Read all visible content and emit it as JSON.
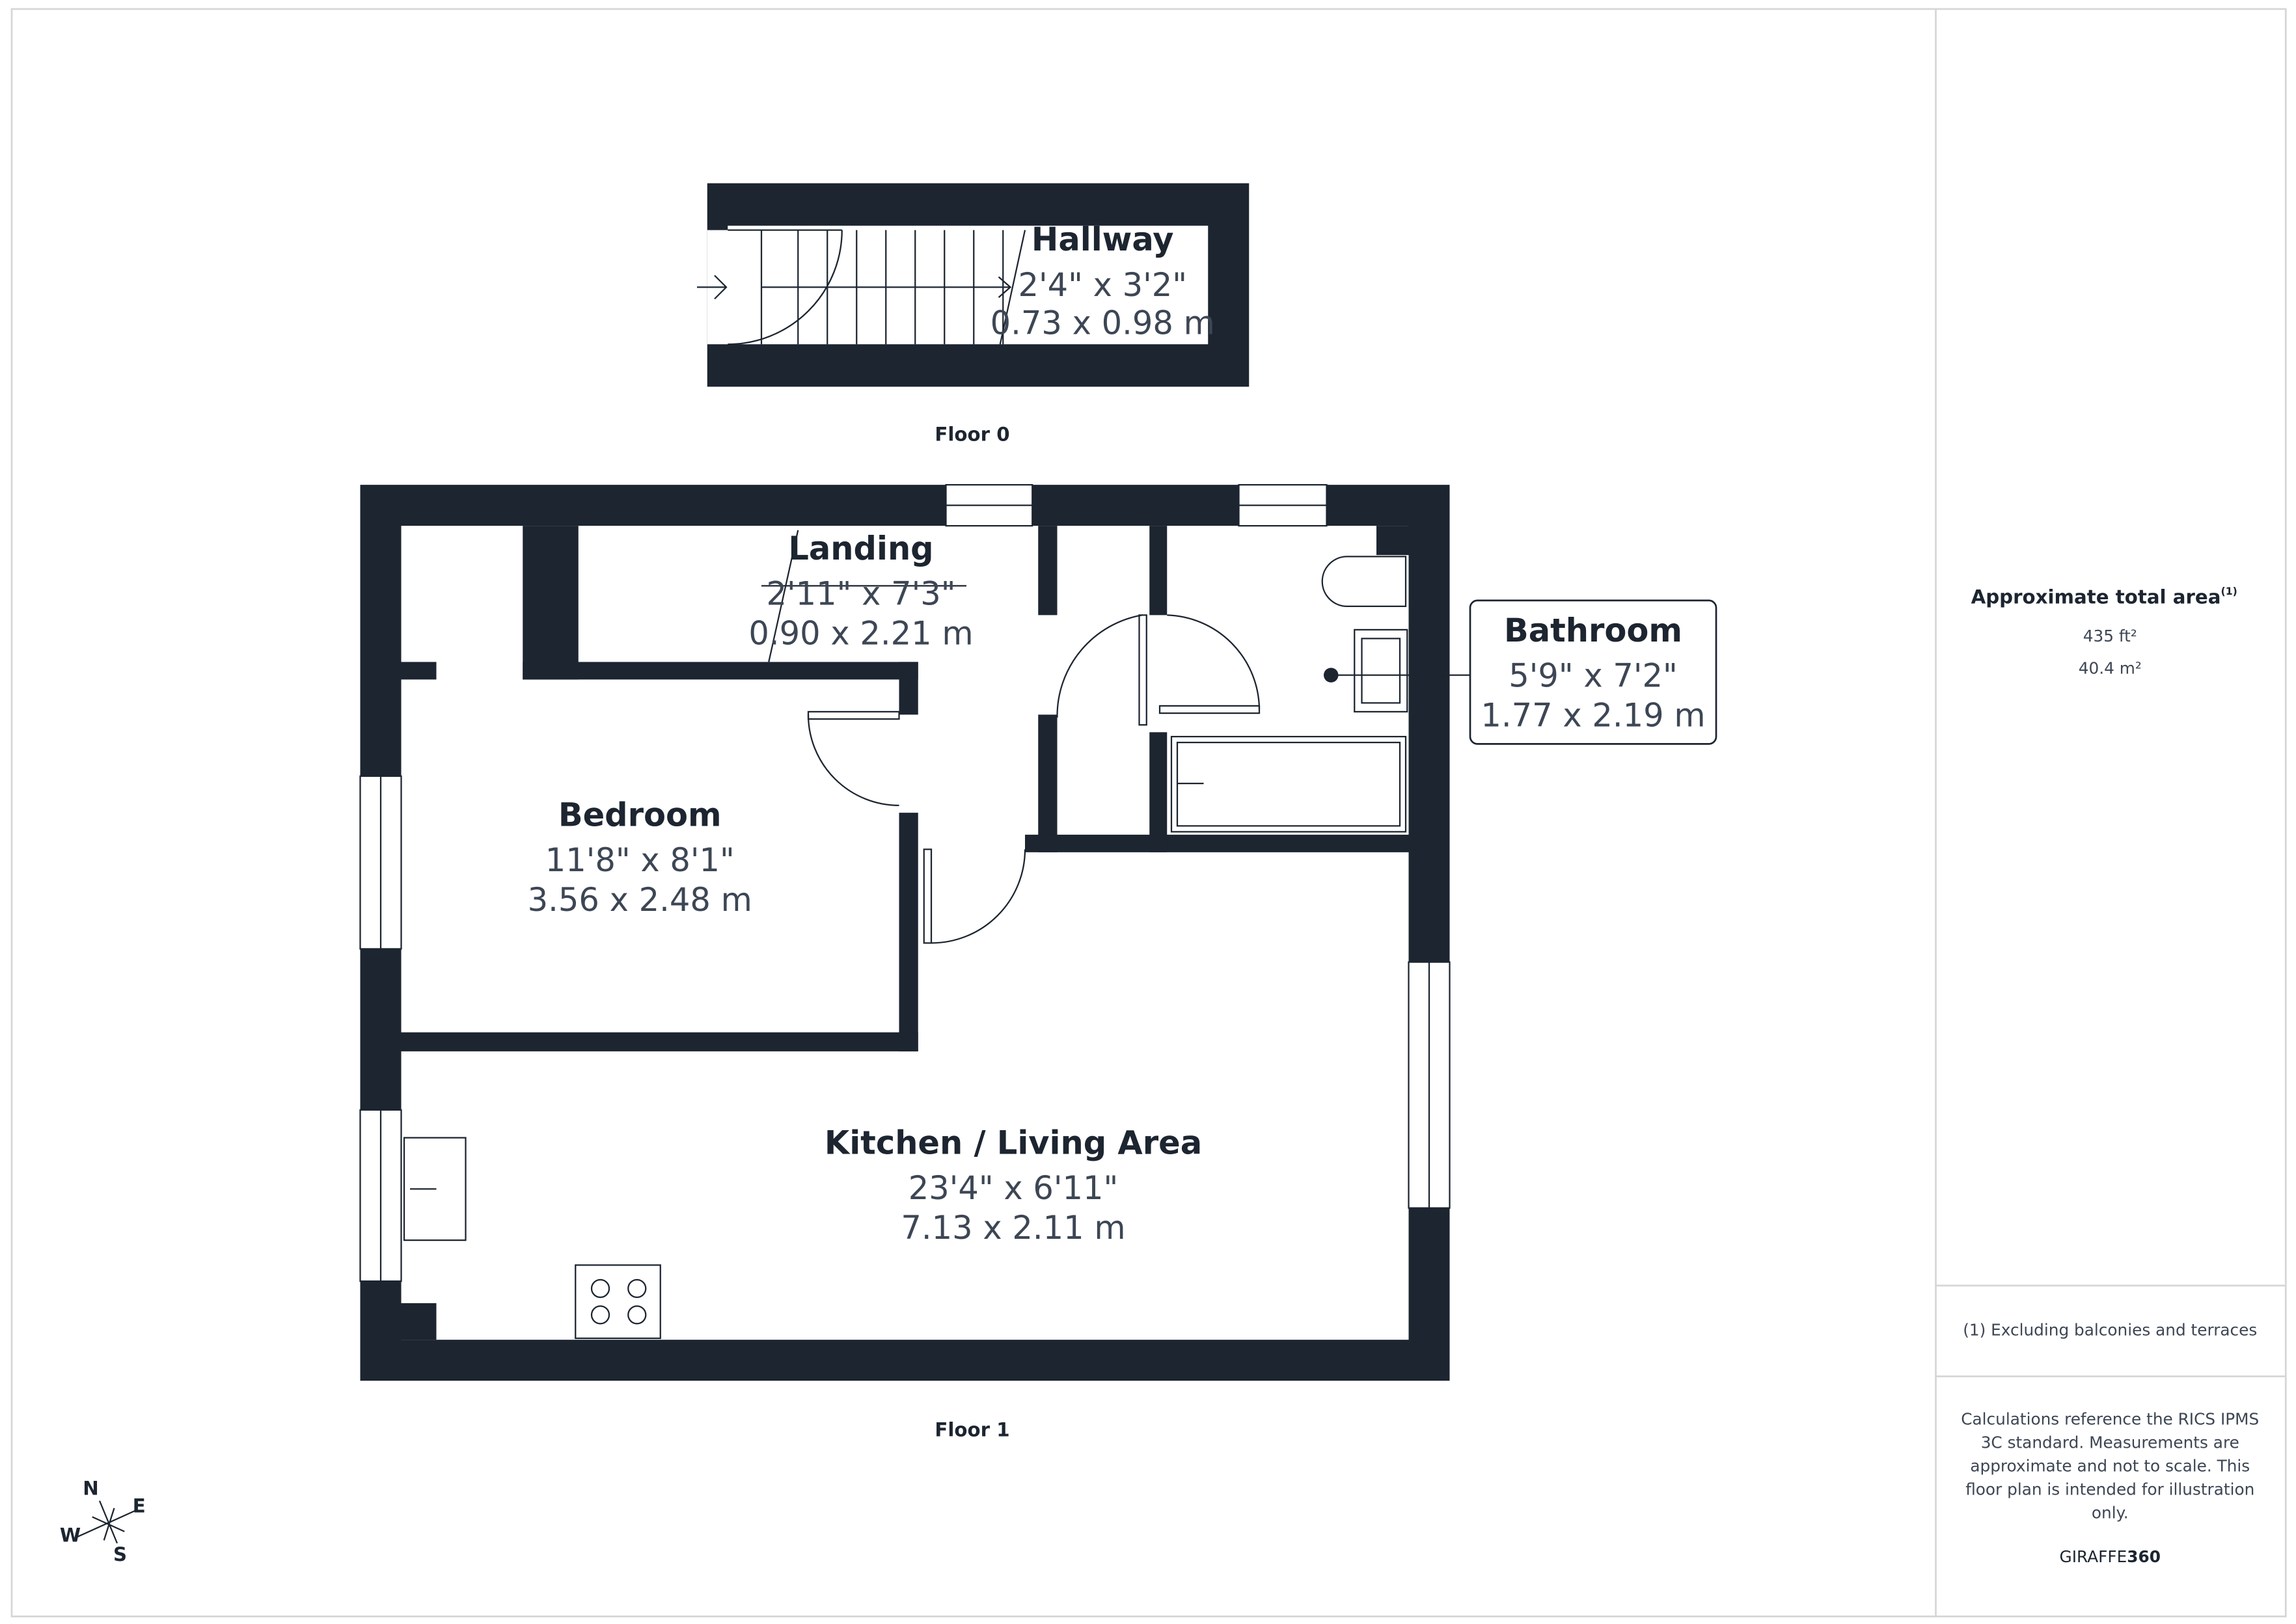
{
  "floors": [
    {
      "label": "Floor 0",
      "rooms": [
        {
          "name": "Hallway",
          "imperial": "2'4\" x 3'2\"",
          "metric": "0.73 x 0.98 m"
        }
      ]
    },
    {
      "label": "Floor 1",
      "rooms": [
        {
          "name": "Landing",
          "imperial": "2'11\" x 7'3\"",
          "metric": "0.90 x 2.21 m"
        },
        {
          "name": "Bedroom",
          "imperial": "11'8\" x 8'1\"",
          "metric": "3.56 x 2.48 m"
        },
        {
          "name": "Bathroom",
          "imperial": "5'9\" x 7'2\"",
          "metric": "1.77 x 2.19 m"
        },
        {
          "name": "Kitchen / Living Area",
          "imperial": "23'4\" x 6'11\"",
          "metric": "7.13 x 2.11 m"
        }
      ]
    }
  ],
  "compass": {
    "n": "N",
    "e": "E",
    "s": "S",
    "w": "W"
  },
  "summary": {
    "title": "Approximate total area",
    "footnote_mark": "(1)",
    "area_ft": "435 ft²",
    "area_m": "40.4 m²",
    "footnote": "(1) Excluding balconies and terraces",
    "disclaimer_lines": [
      "Calculations reference the RICS IPMS",
      "3C standard. Measurements are",
      "approximate and not to scale. This",
      "floor plan is intended for illustration",
      "only."
    ],
    "brand_light": "GIRAFFE",
    "brand_bold": "360"
  },
  "colors": {
    "wall": "#1c2530",
    "text": "#3d4654"
  }
}
